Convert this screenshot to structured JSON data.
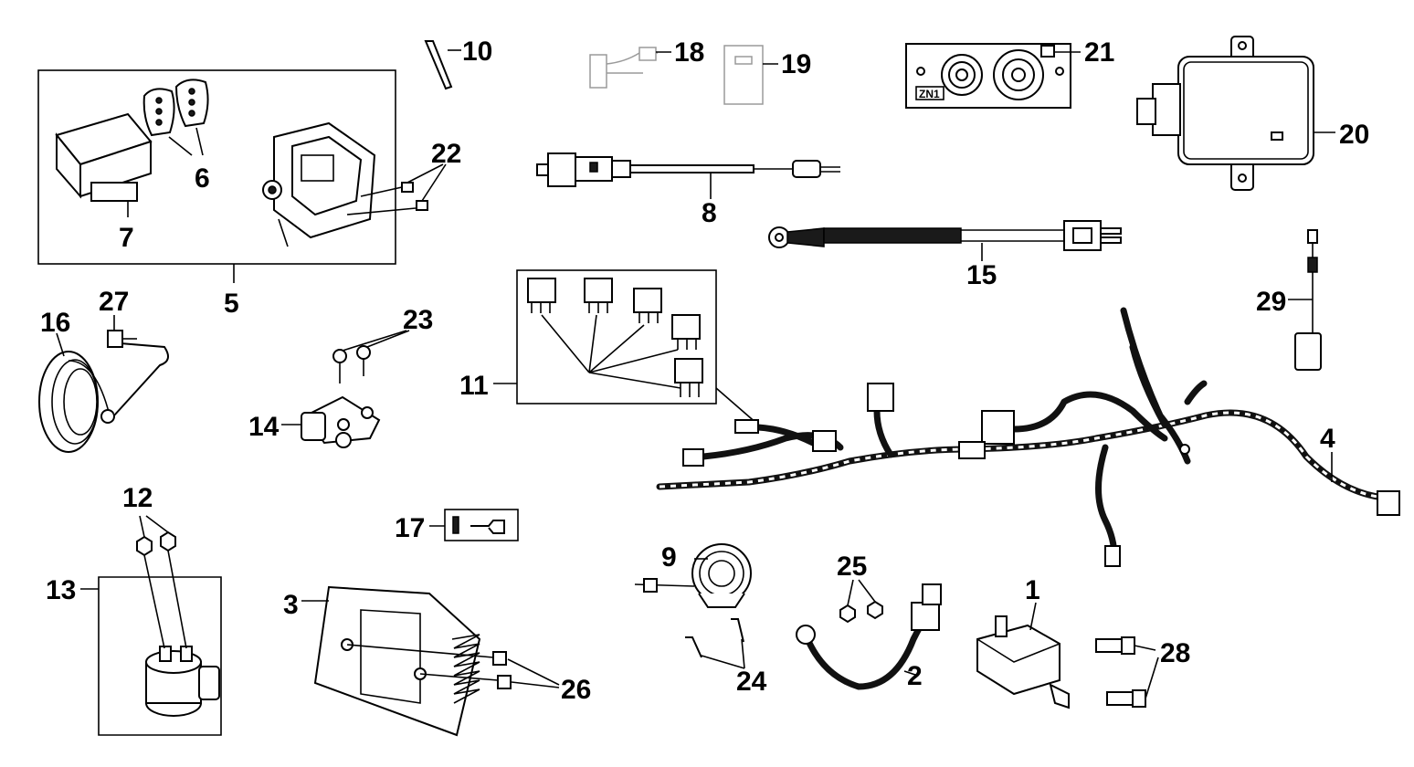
{
  "diagram": {
    "callouts": [
      "1",
      "2",
      "3",
      "4",
      "5",
      "6",
      "7",
      "8",
      "9",
      "10",
      "11",
      "12",
      "13",
      "14",
      "15",
      "16",
      "17",
      "18",
      "19",
      "20",
      "21",
      "22",
      "23",
      "24",
      "25",
      "26",
      "27",
      "28",
      "29"
    ],
    "printed_marks": {
      "switch_panel_code": "ZN1"
    }
  }
}
